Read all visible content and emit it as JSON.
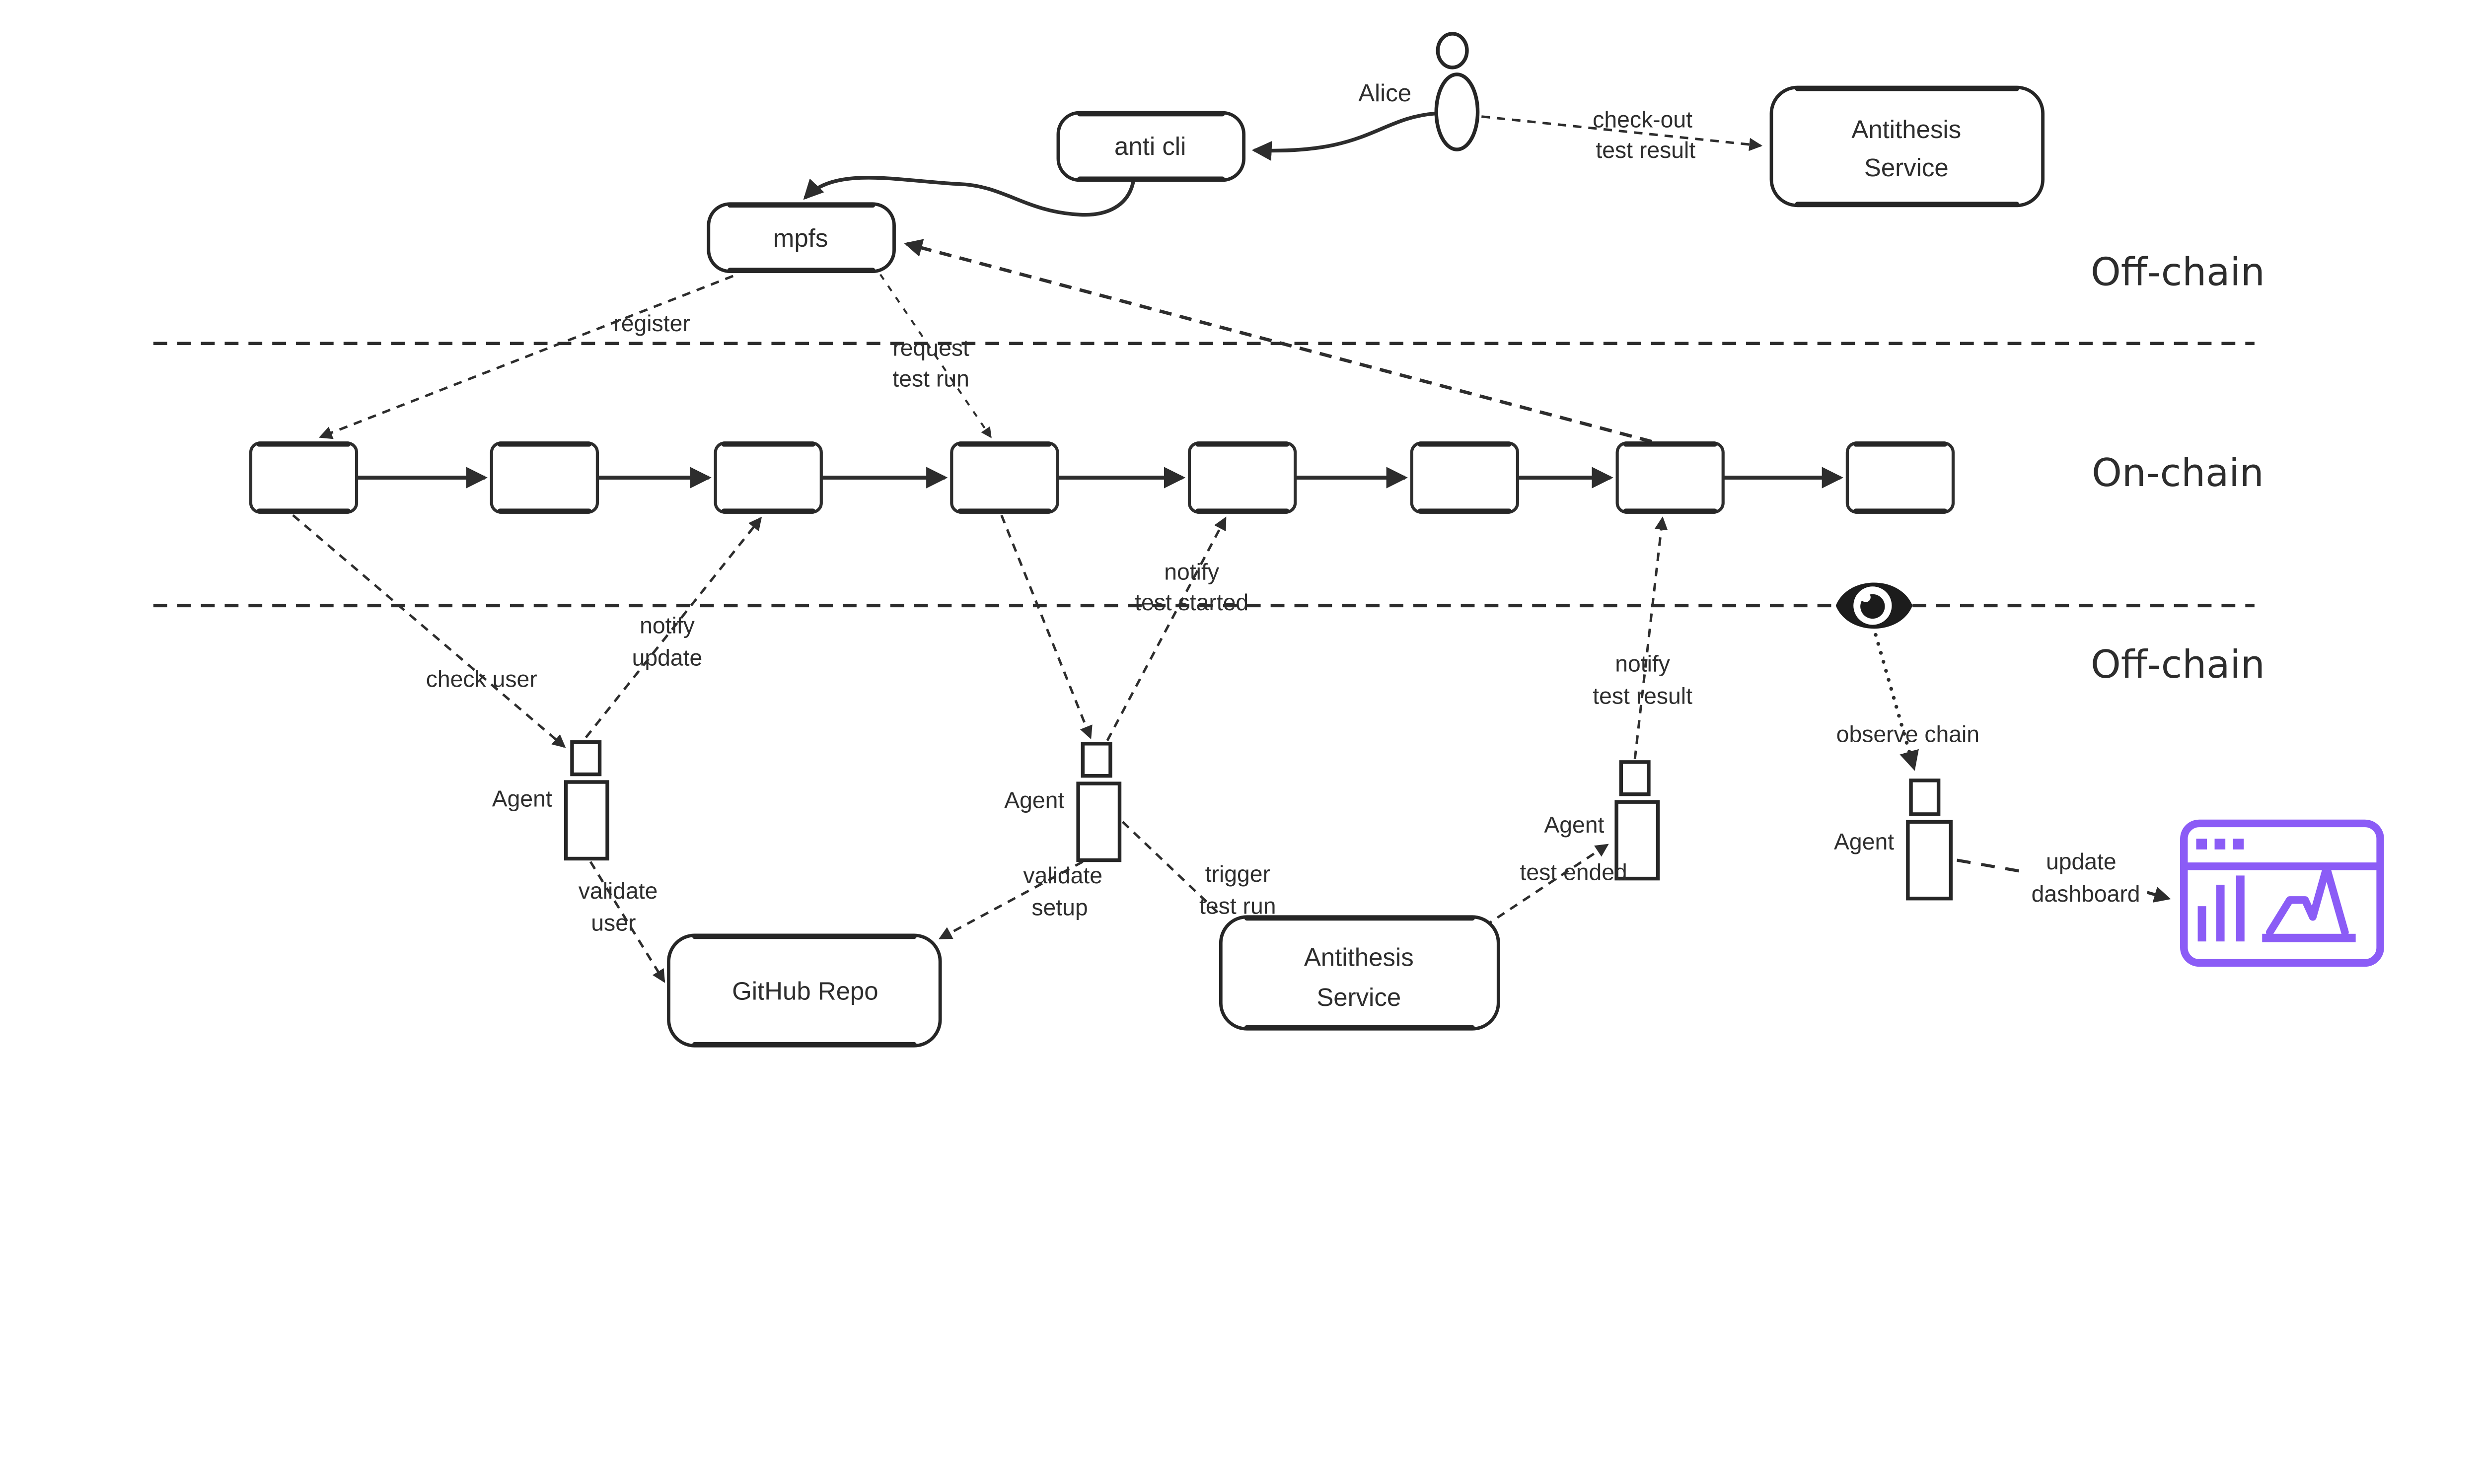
{
  "lane_labels": {
    "top": "Off-chain",
    "middle": "On-chain",
    "bottom": "Off-chain"
  },
  "nodes": {
    "alice": "Alice",
    "anti_cli": "anti cli",
    "mpfs": "mpfs",
    "antithesis_service_top": [
      "Antithesis",
      "Service"
    ],
    "antithesis_service_bottom": [
      "Antithesis",
      "Service"
    ],
    "github_repo": "GitHub Repo",
    "agent_1": "Agent",
    "agent_2": "Agent",
    "agent_3": "Agent",
    "agent_4": "Agent"
  },
  "chain": {
    "block_count": 8
  },
  "edge_labels": {
    "check_out_test_result": [
      "check-out",
      "test result"
    ],
    "register": [
      "register"
    ],
    "request_test_run": [
      "request",
      "test run"
    ],
    "check_user": [
      "check user"
    ],
    "notify_update": [
      "notify",
      "update"
    ],
    "validate_user": [
      "validate",
      "user"
    ],
    "validate_setup": [
      "validate",
      "setup"
    ],
    "trigger_test_run": [
      "trigger",
      "test run"
    ],
    "notify_test_started": [
      "notify",
      "test started"
    ],
    "test_ended": [
      "test ended"
    ],
    "notify_test_result": [
      "notify",
      "test result"
    ],
    "observe_chain": [
      "observe chain"
    ],
    "update_dashboard": [
      "update",
      "dashboard"
    ]
  },
  "icons": {
    "eye": "eye-observer-icon",
    "dashboard": "browser-analytics-dashboard-icon"
  },
  "colors": {
    "line": "#2d2d2d",
    "text": "#2d2d2d",
    "accent_purple": "#8B5CF6",
    "background": "#ffffff"
  }
}
